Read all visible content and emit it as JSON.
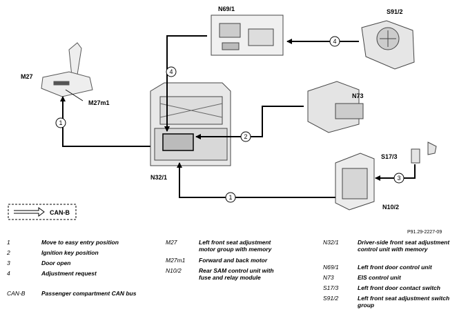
{
  "components": {
    "m27": "M27",
    "m27m1": "M27m1",
    "n69_1": "N69/1",
    "s91_2": "S91/2",
    "n73": "N73",
    "n32_1": "N32/1",
    "s17_3": "S17/3",
    "n10_2": "N10/2",
    "canb": "CAN-B"
  },
  "signals": [
    "1",
    "2",
    "3",
    "4"
  ],
  "figure_ref": "P91.29-2227-09",
  "legend": {
    "col1": [
      {
        "code": "1",
        "text": "Move to easy entry position"
      },
      {
        "code": "2",
        "text": "Ignition key position"
      },
      {
        "code": "3",
        "text": "Door open"
      },
      {
        "code": "4",
        "text": "Adjustment request"
      },
      {
        "code": "CAN-B",
        "text": "Passenger compartment CAN bus"
      }
    ],
    "col2": [
      {
        "code": "M27",
        "text": "Left front seat adjustment motor group with memory"
      },
      {
        "code": "M27m1",
        "text": "Forward and back motor"
      },
      {
        "code": "N10/2",
        "text": "Rear SAM control unit with fuse and relay module"
      }
    ],
    "col3": [
      {
        "code": "N32/1",
        "text": "Driver-side front seat adjustment control unit with memory"
      },
      {
        "code": "N69/1",
        "text": "Left front door control unit"
      },
      {
        "code": "N73",
        "text": "EIS control unit"
      },
      {
        "code": "S17/3",
        "text": "Left front door contact switch"
      },
      {
        "code": "S91/2",
        "text": "Left front seat adjustment switch group"
      }
    ]
  }
}
